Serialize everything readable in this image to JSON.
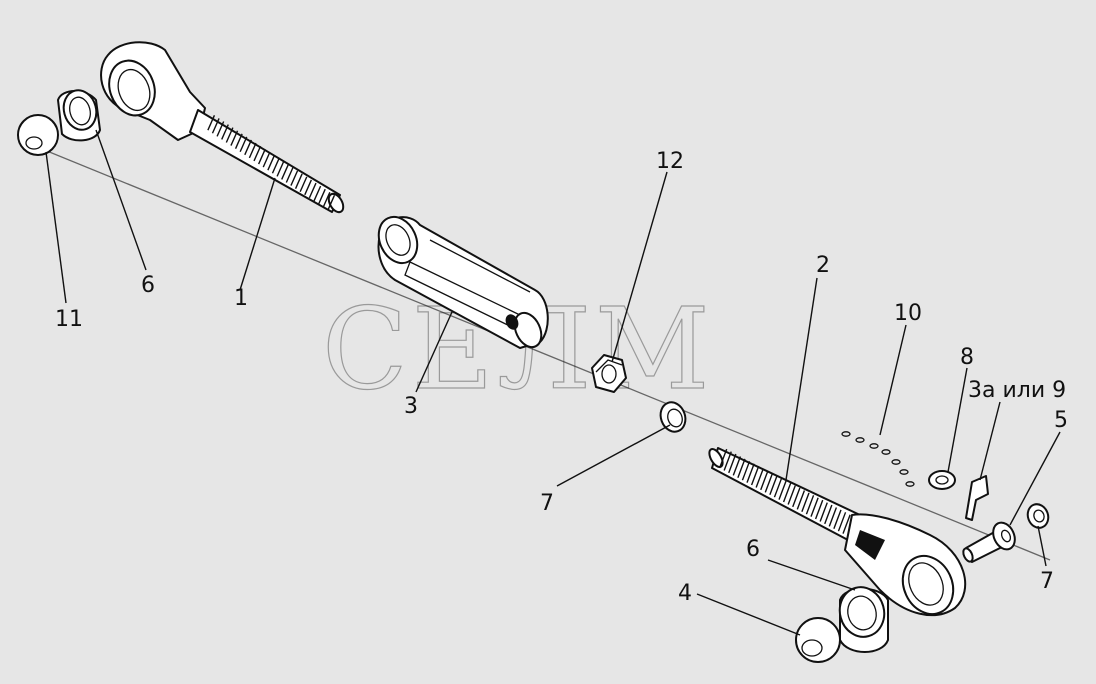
{
  "watermark": "СЕЛМ",
  "callouts": {
    "c1": "1",
    "c2": "2",
    "c3": "3",
    "c4": "4",
    "c5": "5",
    "c6a": "6",
    "c6b": "6",
    "c7a": "7",
    "c7b": "7",
    "c8": "8",
    "c9": "3а или 9",
    "c10": "10",
    "c11": "11",
    "c12": "12"
  },
  "colors": {
    "background": "#e6e6e6",
    "line": "#111111",
    "part_fill": "#ffffff",
    "watermark": "#9a9a9a"
  }
}
